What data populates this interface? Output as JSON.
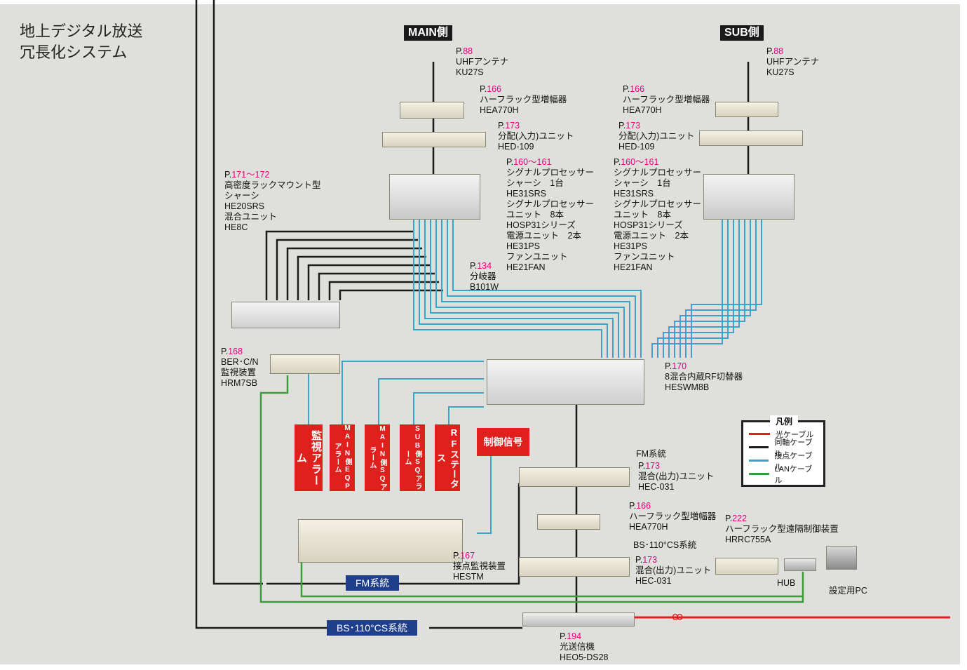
{
  "title": {
    "line1": "地上デジタル放送",
    "line2": "冗長化システム"
  },
  "sides": {
    "main": "MAIN側",
    "sub": "SUB側"
  },
  "labels": {
    "main_antenna": {
      "page": "88",
      "lines": [
        "UHFアンテナ",
        "KU27S"
      ]
    },
    "sub_antenna": {
      "page": "88",
      "lines": [
        "UHFアンテナ",
        "KU27S"
      ]
    },
    "main_amp": {
      "page": "166",
      "lines": [
        "ハーフラック型増幅器",
        "HEA770H"
      ]
    },
    "sub_amp": {
      "page": "166",
      "lines": [
        "ハーフラック型増幅器",
        "HEA770H"
      ]
    },
    "main_dist": {
      "page": "173",
      "lines": [
        "分配(入力)ユニット",
        "HED-109"
      ]
    },
    "sub_dist": {
      "page": "173",
      "lines": [
        "分配(入力)ユニット",
        "HED-109"
      ]
    },
    "main_proc": {
      "page": "160～161",
      "lines": [
        "シグナルプロセッサー",
        "シャーシ　1台",
        "HE31SRS",
        "シグナルプロセッサー",
        "ユニット　8本",
        "HOSP31シリーズ",
        "電源ユニット　2本",
        "HE31PS",
        "ファンユニット",
        "HE21FAN"
      ]
    },
    "sub_proc": {
      "page": "160～161",
      "lines": [
        "シグナルプロセッサー",
        "シャーシ　1台",
        "HE31SRS",
        "シグナルプロセッサー",
        "ユニット　8本",
        "HOSP31シリーズ",
        "電源ユニット　2本",
        "HE31PS",
        "ファンユニット",
        "HE21FAN"
      ]
    },
    "rack_chassis": {
      "page": "171～172",
      "lines": [
        "高密度ラックマウント型",
        "シャーシ",
        "HE20SRS",
        "混合ユニット",
        "HE8C"
      ]
    },
    "splitter": {
      "page": "134",
      "lines": [
        "分岐器",
        "B101W"
      ]
    },
    "ber": {
      "page": "168",
      "lines": [
        "BER･C/N",
        "監視装置",
        "HRM7SB"
      ]
    },
    "rf_switch": {
      "page": "170",
      "lines": [
        "8混合内蔵RF切替器",
        "HESWM8B"
      ]
    },
    "fm_mix": {
      "page": "173",
      "lines": [
        "混合(出力)ユニット",
        "HEC-031"
      ]
    },
    "fm_amp": {
      "page": "166",
      "lines": [
        "ハーフラック型増幅器",
        "HEA770H"
      ]
    },
    "remote_ctrl": {
      "page": "222",
      "lines": [
        "ハーフラック型遠隔制御装置",
        "HRRC755A"
      ]
    },
    "bs_mix": {
      "page": "173",
      "lines": [
        "混合(出力)ユニット",
        "HEC-031"
      ]
    },
    "monitor": {
      "page": "167",
      "lines": [
        "接点監視装置",
        "HESTM"
      ]
    },
    "optical_tx": {
      "page": "194",
      "lines": [
        "光送信機",
        "HEO5-DS28"
      ]
    }
  },
  "fm_system": "FM系統",
  "bs_system_label": "BS･110°CS系統",
  "hub": "HUB",
  "pc": "設定用PC",
  "alarms": [
    "監視アラーム",
    "MAIN側EQPアラーム",
    "MAIN側SQアラーム",
    "SUB側SQアラーム",
    "RFステータス"
  ],
  "control_signal": "制御信号",
  "navy_labels": {
    "fm": "FM系統",
    "bs": "BS･110°CS系統"
  },
  "legend": {
    "title": "凡例",
    "items": [
      {
        "label": "光ケーブル",
        "color": "#e0201c"
      },
      {
        "label": "同軸ケーブル",
        "color": "#1a1a1a"
      },
      {
        "label": "接点ケーブル",
        "color": "#3aa3c8"
      },
      {
        "label": "LANケーブル",
        "color": "#3d9c3a"
      }
    ]
  },
  "colors": {
    "optical": "#e0201c",
    "coax": "#1a1a1a",
    "contact": "#3aa3c8",
    "lan": "#3d9c3a",
    "page_number": "#e4007f",
    "panel": "#dfe0db"
  }
}
